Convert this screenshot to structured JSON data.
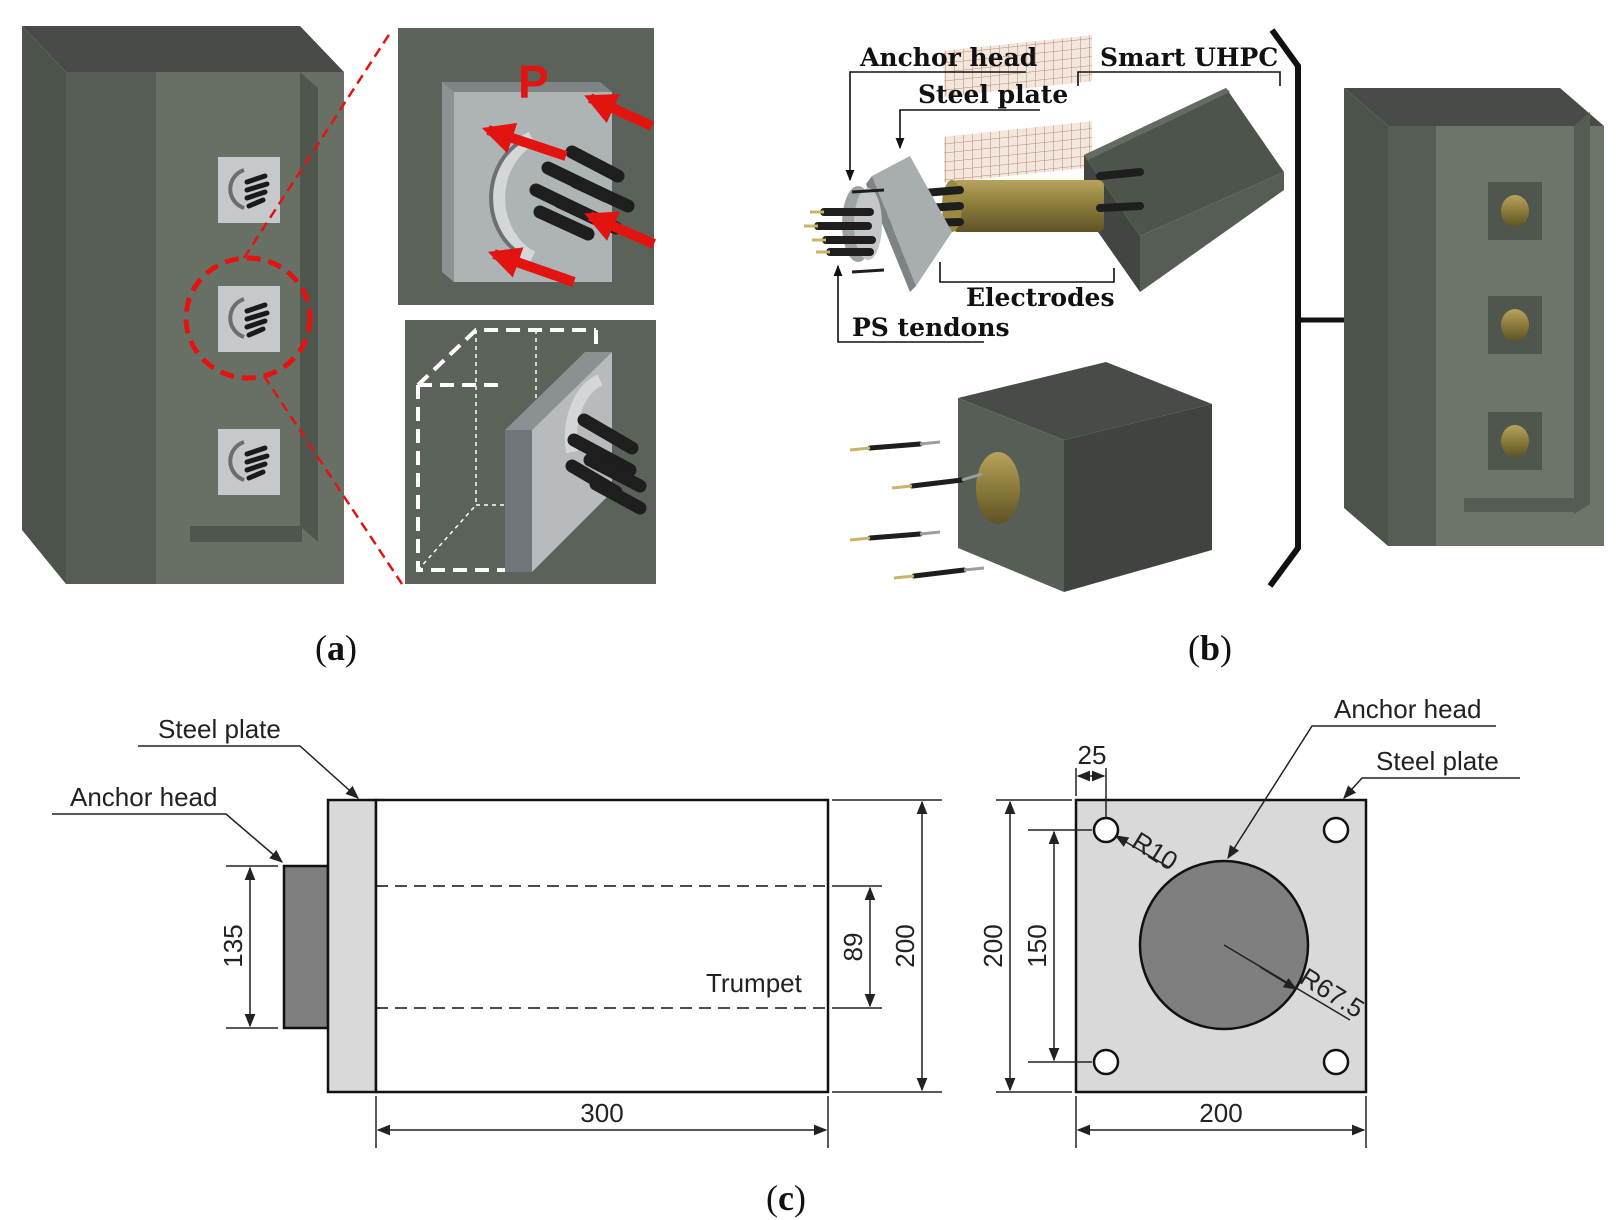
{
  "panel_a": {
    "label_open": "(",
    "label_letter": "a",
    "label_close": ")",
    "load_symbol": "P"
  },
  "panel_b": {
    "label_open": "(",
    "label_letter": "b",
    "label_close": ")",
    "callouts": {
      "anchor_head": "Anchor head",
      "steel_plate": "Steel plate",
      "smart_uhpc": "Smart UHPC",
      "electrodes": "Electrodes",
      "ps_tendons": "PS tendons"
    }
  },
  "panel_c": {
    "label_open": "(",
    "label_letter": "c",
    "label_close": ")",
    "side_view": {
      "steel_plate_label": "Steel plate",
      "anchor_head_label": "Anchor head",
      "trumpet_label": "Trumpet",
      "dim_anchor_height": "135",
      "dim_trumpet": "89",
      "dim_height": "200",
      "dim_length": "300"
    },
    "front_view": {
      "anchor_head_label": "Anchor head",
      "steel_plate_label": "Steel plate",
      "dim_hole_offset": "25",
      "dim_hole_radius": "R10",
      "dim_head_radius": "R67.5",
      "dim_outer_height": "200",
      "dim_hole_spacing": "150",
      "dim_width": "200"
    }
  },
  "colors": {
    "concrete_dark": "#5a6259",
    "concrete_face": "#6d756b",
    "plate_grey": "#b4b8ba",
    "load_red": "#e3140f",
    "drawing_plate": "#d9d9d9",
    "drawing_head": "#7f7f7f",
    "trumpet_brass": "#8a7a3a"
  }
}
